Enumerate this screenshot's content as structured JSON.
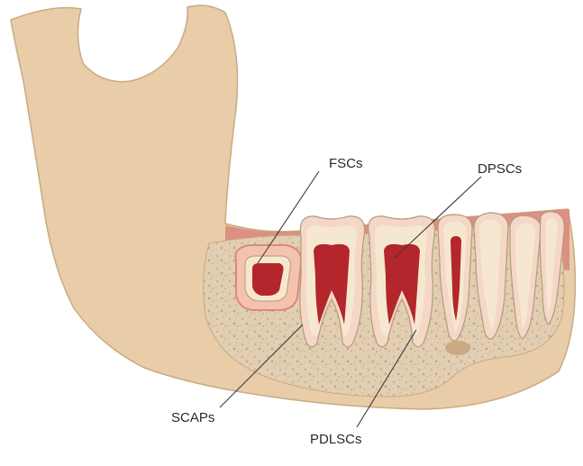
{
  "labels": {
    "fscs": "FSCs",
    "dpscs": "DPSCs",
    "scaps": "SCAPs",
    "pdlscs": "PDLSCs"
  },
  "colors": {
    "jaw_bone": "#e8cda8",
    "jaw_outline": "#c9aa82",
    "gum": "#d98a7c",
    "cancellous_bone": "#e2cfb3",
    "tooth_enamel": "#f6e8d0",
    "tooth_outline": "#b59a7a",
    "pulp": "#b3262b",
    "pdl_space": "#f4d7c6",
    "leader_line": "#3a3a3a",
    "label_text": "#2a2a2a"
  }
}
